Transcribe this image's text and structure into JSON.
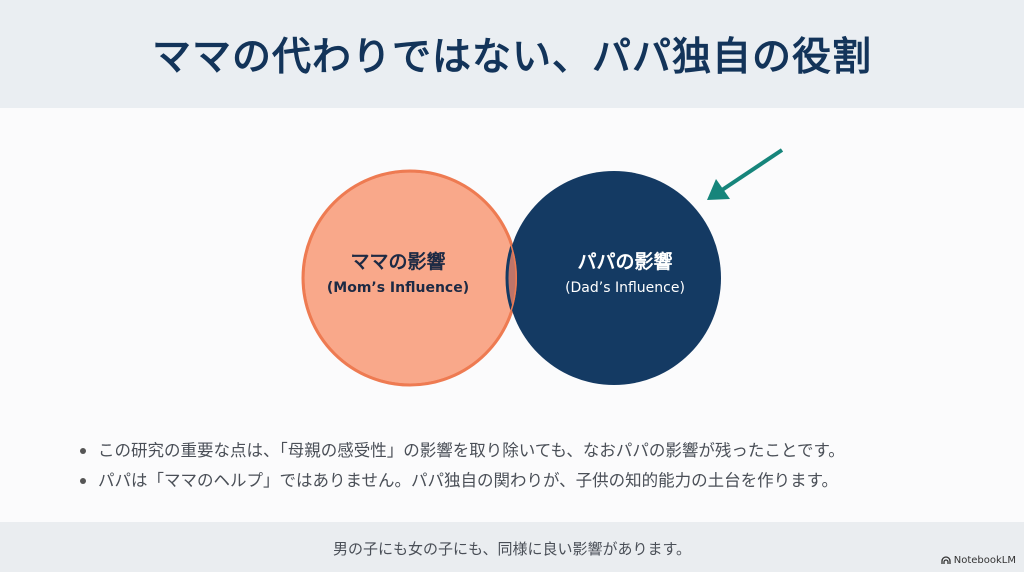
{
  "title": "ママの代わりではない、パパ独自の役割",
  "venn": {
    "left": {
      "label": "ママの影響",
      "sublabel": "(Mom’s Influence)",
      "color": "#f9a88a",
      "stroke": "#ee7b52"
    },
    "right": {
      "label": "パパの影響",
      "sublabel": "(Dad’s Influence)",
      "color": "#143a63"
    },
    "overlap_color": "#bf7468",
    "arrow_color": "#16857b"
  },
  "bullets": [
    "この研究の重要な点は、「母親の感受性」の影響を取り除いても、なおパパの影響が残ったことです。",
    "パパは「ママのヘルプ」ではありません。パパ独自の関わりが、子供の知的能力の土台を作ります。"
  ],
  "footer": {
    "text": "男の子にも女の子にも、同様に良い影響があります。",
    "brand": "NotebookLM"
  }
}
